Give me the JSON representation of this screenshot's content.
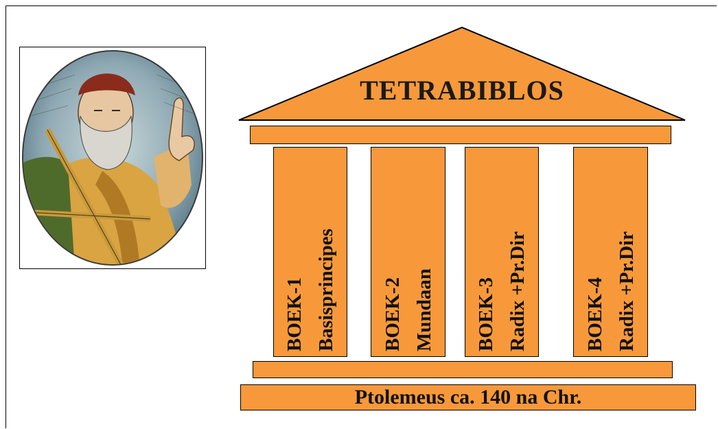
{
  "roof": {
    "title": "TETRABIBLOS"
  },
  "pillars": [
    {
      "line1": "BOEK-1",
      "line2": "Basisprincipes"
    },
    {
      "line1": "BOEK-2",
      "line2": "Mundaan"
    },
    {
      "line1": "BOEK-3",
      "line2": "Radix +Pr.Dir"
    },
    {
      "line1": "BOEK-4",
      "line2": "Radix +Pr.Dir"
    }
  ],
  "base": {
    "label": "Ptolemeus ca. 140 na Chr."
  },
  "portrait": {
    "subject": "portrait-of-ptolemy"
  },
  "colors": {
    "fill": "#f7993a",
    "stroke": "#000000",
    "text": "#111111"
  }
}
